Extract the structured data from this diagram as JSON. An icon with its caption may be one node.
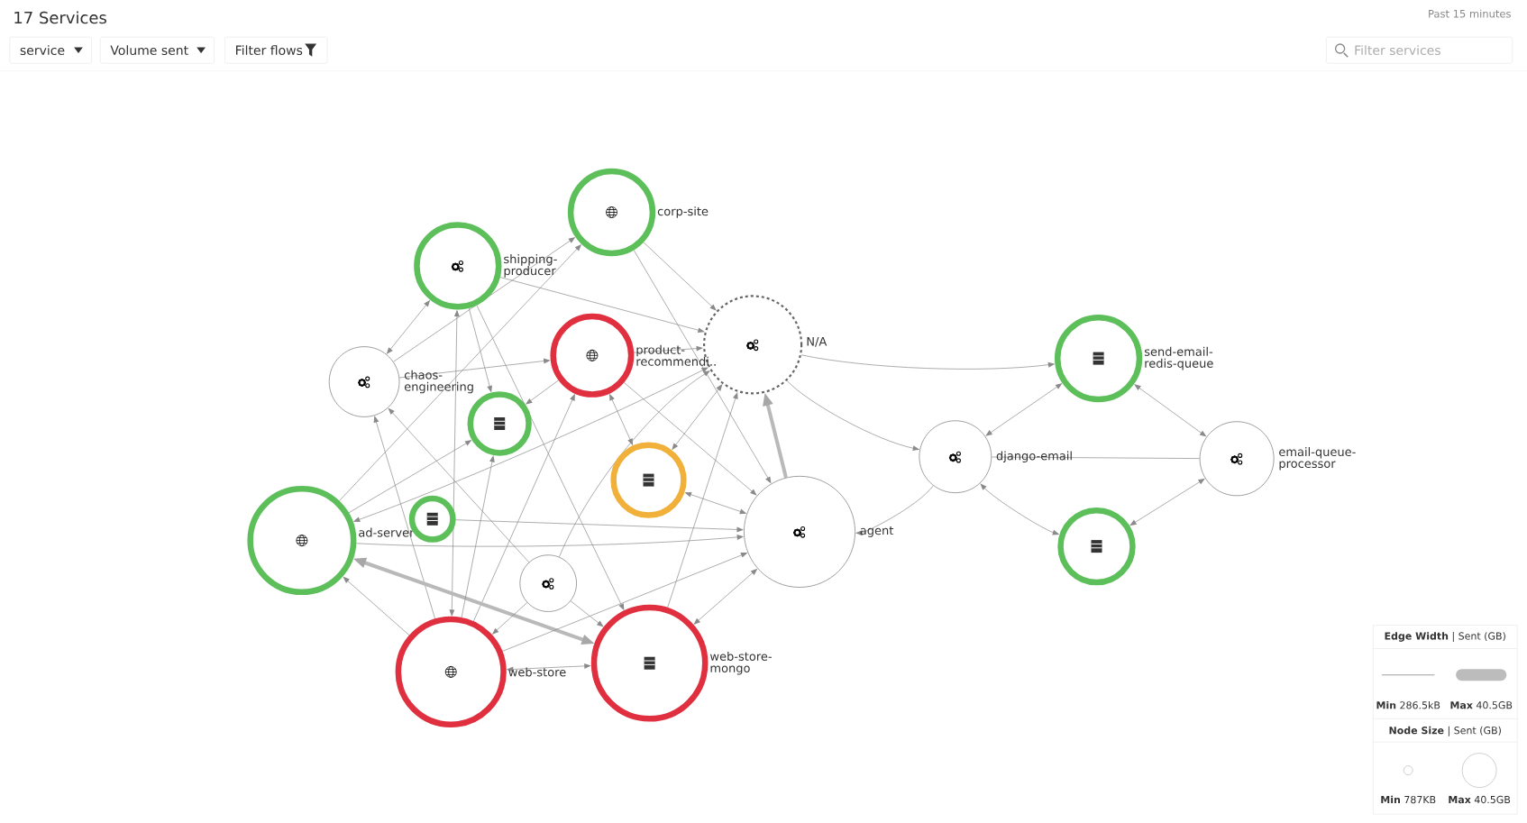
{
  "diagram": {
    "title": "17 Services",
    "nodes": [
      {
        "text": [
          "corp-site"
        ]
      },
      {
        "text": [
          "shipping- producer"
        ]
      },
      {
        "text": [
          "N/A"
        ]
      },
      {
        "text": [
          "chaos- engineering"
        ]
      },
      {
        "text": [
          "product- recommendi.."
        ]
      },
      {
        "text": [],
        "shape": "circle"
      },
      {
        "text": [],
        "shape": "circle"
      },
      {
        "text": [
          "ad-server"
        ]
      },
      {
        "text": [],
        "shape": "circle"
      },
      {
        "text": [],
        "shape": "circle"
      },
      {
        "text": [
          "agent"
        ]
      },
      {
        "text": [
          "web-store"
        ]
      },
      {
        "text": [
          "web-store- mongo"
        ]
      },
      {
        "text": [
          "django-email"
        ]
      },
      {
        "text": [
          "send-email- redis-queue"
        ]
      },
      {
        "text": [
          "email-queue- processor"
        ]
      },
      {
        "text": [],
        "shape": "circle"
      }
    ],
    "edges": [
      {
        "from": 3,
        "to": 0,
        "arrow": "to"
      },
      {
        "from": 7,
        "to": 0,
        "arrow": "to"
      },
      {
        "from": 0,
        "to": 2,
        "arrow": "to"
      },
      {
        "from": 0,
        "to": 10,
        "arrow": "to"
      },
      {
        "from": 1,
        "to": 2,
        "arrow": "to"
      },
      {
        "from": 1,
        "to": 3,
        "arrow": "both"
      },
      {
        "from": 3,
        "to": 4,
        "arrow": "to"
      },
      {
        "from": 4,
        "to": 2,
        "arrow": "to"
      },
      {
        "from": 1,
        "to": 5,
        "arrow": "to"
      },
      {
        "from": 1,
        "to": 11,
        "arrow": "both"
      },
      {
        "from": 1,
        "to": 12,
        "arrow": "to"
      },
      {
        "from": 4,
        "to": 5,
        "arrow": "to"
      },
      {
        "from": 4,
        "to": 6,
        "arrow": "both"
      },
      {
        "from": 4,
        "to": 10,
        "arrow": "to"
      },
      {
        "from": 11,
        "to": 4,
        "arrow": "to"
      },
      {
        "from": 2,
        "to": 6,
        "arrow": "both"
      },
      {
        "from": 6,
        "to": 10,
        "arrow": "both"
      },
      {
        "from": 9,
        "to": 2,
        "arrow": "to"
      },
      {
        "from": 7,
        "to": 2,
        "arrow": "both"
      },
      {
        "from": 7,
        "to": 5,
        "arrow": "to"
      },
      {
        "from": 7,
        "to": 10,
        "arrow": "to"
      },
      {
        "from": 8,
        "to": 10,
        "arrow": "to"
      },
      {
        "from": 9,
        "to": 3,
        "arrow": "to"
      },
      {
        "from": 11,
        "to": 3,
        "arrow": "to"
      },
      {
        "from": 11,
        "to": 7,
        "arrow": "to"
      },
      {
        "from": 12,
        "to": 7,
        "arrow": "both",
        "style": "thick"
      },
      {
        "from": 11,
        "to": 12,
        "arrow": "both"
      },
      {
        "from": 9,
        "to": 12,
        "arrow": "to"
      },
      {
        "from": 9,
        "to": 11,
        "arrow": "to"
      },
      {
        "from": 11,
        "to": 5,
        "arrow": "to"
      },
      {
        "from": 11,
        "to": 10,
        "arrow": "to"
      },
      {
        "from": 12,
        "to": 10,
        "arrow": "both"
      },
      {
        "from": 12,
        "to": 2,
        "arrow": "to"
      },
      {
        "from": 10,
        "to": 2,
        "arrow": "to",
        "style": "thick"
      },
      {
        "from": 2,
        "to": 13,
        "arrow": "to"
      },
      {
        "from": 13,
        "to": 10,
        "arrow": "to"
      },
      {
        "from": 2,
        "to": 14,
        "arrow": "to"
      },
      {
        "from": 13,
        "to": 14,
        "arrow": "both"
      },
      {
        "from": 13,
        "to": 15,
        "arrow": "none"
      },
      {
        "from": 14,
        "to": 15,
        "arrow": "both"
      },
      {
        "from": 13,
        "to": 16,
        "arrow": "both"
      },
      {
        "from": 16,
        "to": 15,
        "arrow": "both"
      }
    ],
    "labels": [
      "Past 15 minutes",
      "service",
      "Volume sent",
      "Filter flows",
      "Filter services",
      "**Edge Width** | Sent (GB)",
      "**Node Size** | Sent (GB)"
    ],
    "legend": [
      {
        "text": "**Min** 286.5kB"
      },
      {
        "text": "**Max** 40.5GB"
      },
      {
        "text": "**Min** 787KB"
      },
      {
        "text": "**Max** 40.5GB"
      }
    ]
  }
}
